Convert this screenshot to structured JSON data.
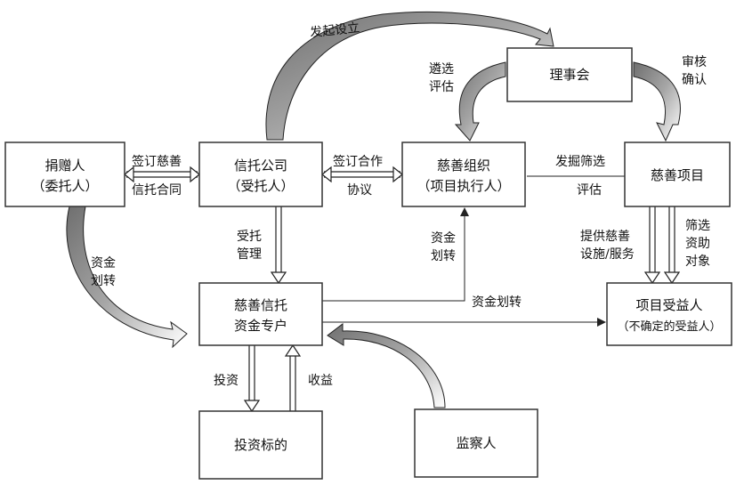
{
  "nodes": {
    "donor": {
      "line1": "捐赠人",
      "line2": "（委托人）"
    },
    "trust_company": {
      "line1": "信托公司",
      "line2": "（受托人）"
    },
    "charity_org": {
      "line1": "慈善组织",
      "line2": "（项目执行人）"
    },
    "charity_project": {
      "line1": "慈善项目"
    },
    "board": {
      "line1": "理事会"
    },
    "trust_account": {
      "line1": "慈善信托",
      "line2": "资金专户"
    },
    "beneficiary": {
      "line1": "项目受益人",
      "line2": "（不确定的受益人）"
    },
    "investment": {
      "line1": "投资标的"
    },
    "supervisor": {
      "line1": "监察人"
    }
  },
  "edge_labels": {
    "initiate_setup": "发起设立",
    "sign_charity": "签订慈善",
    "trust_contract": "信托合同",
    "sign_cooperation": "签订合作",
    "agreement": "协议",
    "discover_screen": "发掘筛选",
    "evaluate": "评估",
    "select_line1": "遴选",
    "select_line2": "评估",
    "review_line1": "审核",
    "review_line2": "确认",
    "fund_transfer_left_1": "资金",
    "fund_transfer_left_2": "划转",
    "entrusted_mgmt_1": "受托",
    "entrusted_mgmt_2": "管理",
    "fund_transfer_mid_1": "资金",
    "fund_transfer_mid_2": "划转",
    "fund_transfer_right": "资金划转",
    "provide_service_1": "提供慈善",
    "provide_service_2": "设施/服务",
    "screen_aid_1": "筛选",
    "screen_aid_2": "资助",
    "screen_aid_3": "对象",
    "invest": "投资",
    "returns": "收益"
  }
}
